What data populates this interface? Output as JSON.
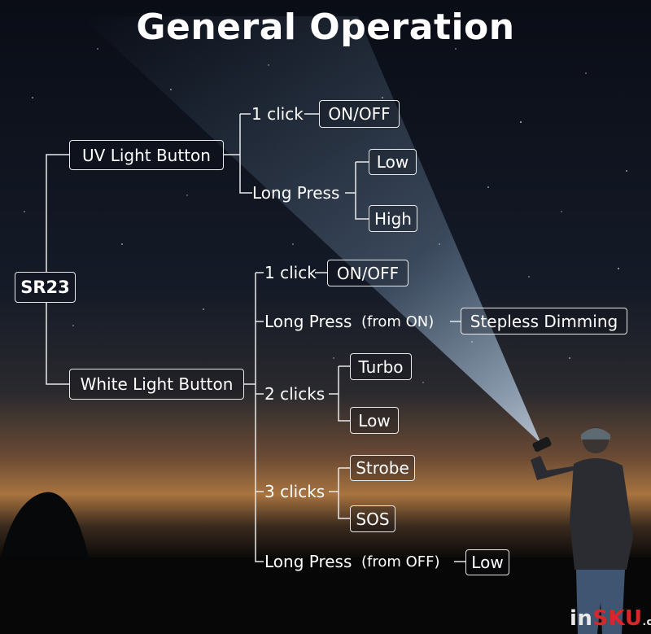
{
  "title": "General Operation",
  "root": "SR23",
  "uv": {
    "button": "UV Light Button",
    "click": "1 click",
    "click_result": "ON/OFF",
    "long": "Long Press",
    "long_low": "Low",
    "long_high": "High"
  },
  "white": {
    "button": "White Light Button",
    "click": "1 click",
    "click_result": "ON/OFF",
    "long_on": "Long Press",
    "long_on_note": "(from ON)",
    "long_on_result": "Stepless Dimming",
    "two": "2 clicks",
    "two_turbo": "Turbo",
    "two_low": "Low",
    "three": "3 clicks",
    "three_strobe": "Strobe",
    "three_sos": "SOS",
    "long_off": "Long Press",
    "long_off_note": "(from OFF)",
    "long_off_result": "Low"
  },
  "watermark": {
    "part1": "in",
    "part2": "SKU",
    "part3": ".com"
  },
  "colors": {
    "line": "#e9e9e9",
    "text": "#ffffff",
    "sky": "#0b0f18",
    "sunset": "#c98a52"
  }
}
